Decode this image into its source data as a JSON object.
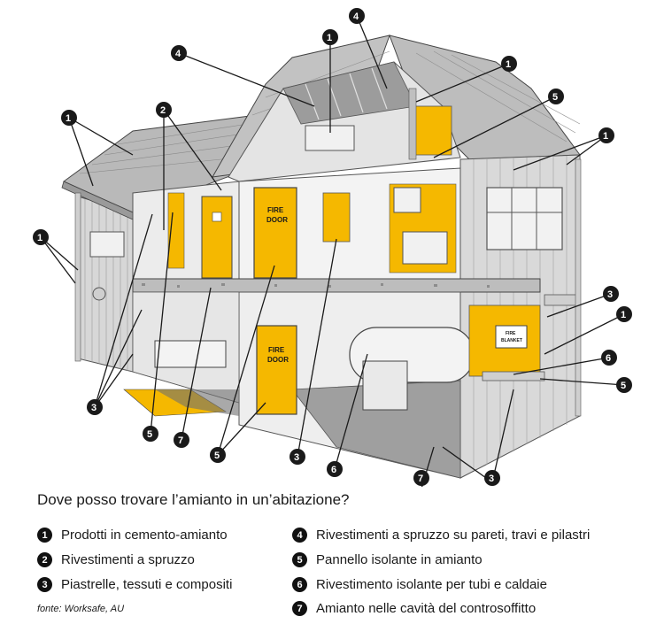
{
  "title": "Dove posso trovare l’amianto in un’abitazione?",
  "legend": [
    {
      "num": "1",
      "text": "Prodotti in cemento-amianto"
    },
    {
      "num": "2",
      "text": "Rivestimenti a spruzzo"
    },
    {
      "num": "3",
      "text": "Piastrelle, tessuti e compositi"
    },
    {
      "num": "4",
      "text": "Rivestimenti a spruzzo su pareti, travi e pilastri"
    },
    {
      "num": "5",
      "text": "Pannello isolante in amianto"
    },
    {
      "num": "6",
      "text": "Rivestimento isolante per tubi e caldaie"
    },
    {
      "num": "7",
      "text": "Amianto nelle cavità del controsoffitto"
    }
  ],
  "source": "fonte: Worksafe, AU",
  "labels": {
    "fire_door": [
      "FIRE",
      "DOOR"
    ],
    "fire_blanket": [
      "FIRE",
      "BLANKET"
    ]
  },
  "callouts": {
    "c1a": "1",
    "c1b": "1",
    "c1c": "1",
    "c1d": "1",
    "c1e": "1",
    "c1f": "1",
    "c2": "2",
    "c3a": "3",
    "c3b": "3",
    "c3c": "3",
    "c3d": "3",
    "c4a": "4",
    "c4b": "4",
    "c5a": "5",
    "c5b": "5",
    "c5c": "5",
    "c5d": "5",
    "c6a": "6",
    "c6b": "6",
    "c7a": "7",
    "c7b": "7"
  },
  "colors": {
    "yellow": "#f5b800",
    "grey": "#cfcfcf",
    "dark": "#1a1a1a"
  }
}
